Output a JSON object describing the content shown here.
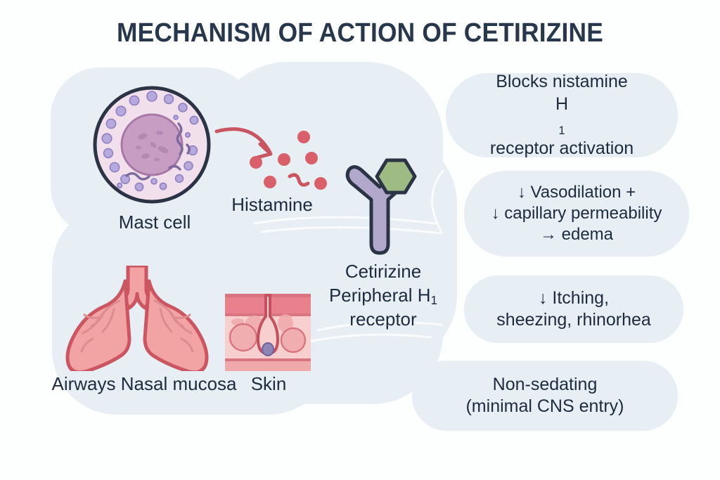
{
  "title": "MECHANISM OF ACTION OF CETIRIZINE",
  "colors": {
    "title_text": "#27384c",
    "body_text": "#1d2b3f",
    "blob_background": "#e7eef4",
    "page_background": "#fdfefe",
    "mast_cell_outline": "#2b3445",
    "mast_cell_cytoplasm": "#f0dce9",
    "mast_cell_nucleus": "#c79dc4",
    "granule": "#b6a9dd",
    "histamine_dot": "#d9606a",
    "histamine_arrow": "#c8555f",
    "receptor_body": "#b1a8cc",
    "receptor_outline": "#2b3445",
    "drug_hexagon": "#9dbb83",
    "lung_fill": "#f2a3a3",
    "lung_outline": "#cb5560",
    "skin_epidermis": "#e8818b",
    "skin_dermis": "#f8cfcf"
  },
  "diagram": {
    "mast_cell": {
      "label": "Mast cell",
      "icon": "mast-cell-icon"
    },
    "histamine": {
      "label": "Histamine",
      "icon": "histamine-particles-icon"
    },
    "receptor": {
      "label_line1": "Cetirizine",
      "label_line2": "Peripheral",
      "label_line3_pre": "H",
      "label_line3_sub": "1",
      "label_line3_post": " receptor",
      "icon": "h1-receptor-icon",
      "drug_icon": "cetirizine-molecule-icon"
    },
    "airways": {
      "label_line1": "Airways",
      "label_line2": "Nasal mucosa",
      "icon": "lungs-icon"
    },
    "skin": {
      "label": "Skin",
      "icon": "skin-cross-section-icon"
    }
  },
  "effects": [
    {
      "id": "blocks-h1-activation",
      "line1": "Blocks nistamine",
      "line2_pre": "H",
      "line2_sub": "1",
      "line2_post": " receptor activation"
    },
    {
      "id": "vasodilation-permeability",
      "line1": "↓ Vasodilation +",
      "line2": "↓ capillary permeability",
      "line3": "→ edema"
    },
    {
      "id": "itching-sneezing-rhinorrhea",
      "line1": "↓ Itching,",
      "line2": "sheezing, rhinorhea"
    },
    {
      "id": "non-sedating",
      "line1": "Non-sedating",
      "line2": "(minimal CNS entry)"
    }
  ]
}
